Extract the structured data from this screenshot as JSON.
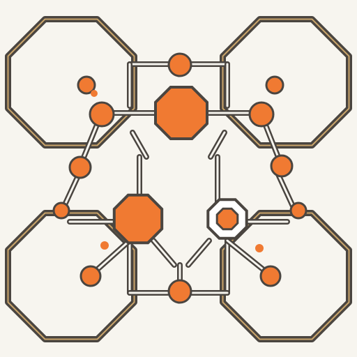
{
  "colors": {
    "background": "#f7f5ef",
    "stroke": "#4a4540",
    "inner_stroke": "#c9a46a",
    "node_fill": "#f07a32",
    "node_stroke": "#4a4540",
    "hollow_fill": "#ffffff"
  },
  "diagram": {
    "frames": [
      "octagon-top-left",
      "octagon-top-right",
      "octagon-bottom-left",
      "octagon-bottom-right"
    ],
    "nodes": [
      "node-top",
      "node-left-upper",
      "node-right-upper",
      "node-left-mid",
      "node-right-mid",
      "node-left-low",
      "node-right-low",
      "node-bottom",
      "node-center-top",
      "node-center-left",
      "node-center-right"
    ]
  }
}
